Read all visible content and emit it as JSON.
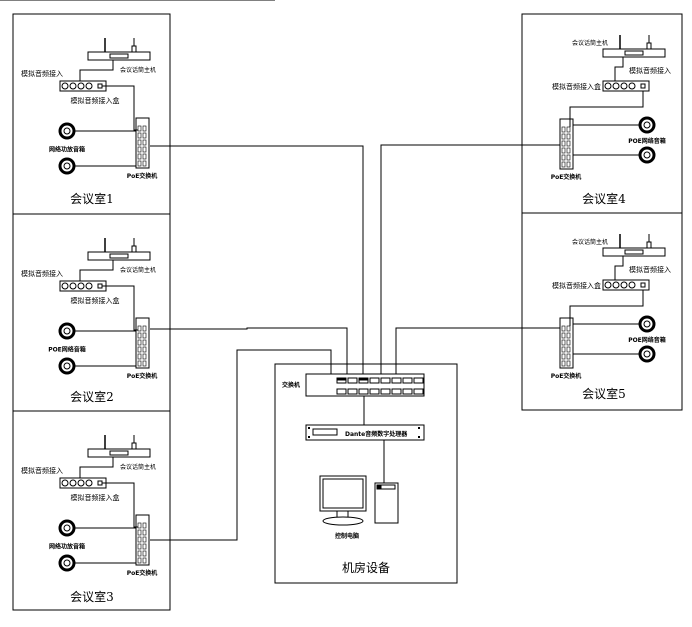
{
  "rooms": [
    {
      "name": "会议室1",
      "mic_host": "会议话筒主机",
      "analog_input": "模拟音频接入",
      "analog_box": "模拟音频接入盒",
      "speaker": "网络功放音箱",
      "poe_switch": "PoE交换机"
    },
    {
      "name": "会议室2",
      "mic_host": "会议话筒主机",
      "analog_input": "模拟音频接入",
      "analog_box": "模拟音频接入盒",
      "speaker": "POE网络音箱",
      "poe_switch": "PoE交换机"
    },
    {
      "name": "会议室3",
      "mic_host": "会议话筒主机",
      "analog_input": "模拟音频接入",
      "analog_box": "模拟音频接入盒",
      "speaker": "网络功放音箱",
      "poe_switch": "PoE交换机"
    },
    {
      "name": "会议室4",
      "mic_host": "会议话筒主机",
      "analog_input": "模拟音频接入",
      "analog_box": "模拟音频接入盒",
      "speaker": "POE网络音箱",
      "poe_switch": "PoE交换机"
    },
    {
      "name": "会议室5",
      "mic_host": "会议话筒主机",
      "analog_input": "模拟音频接入",
      "analog_box": "模拟音频接入盒",
      "speaker": "POE网络音箱",
      "poe_switch": "PoE交换机"
    }
  ],
  "machine_room": {
    "title": "机房设备",
    "switch_label": "交换机",
    "processor_label": "Dante音频数字处理器",
    "pc_label": "控制电脑"
  }
}
